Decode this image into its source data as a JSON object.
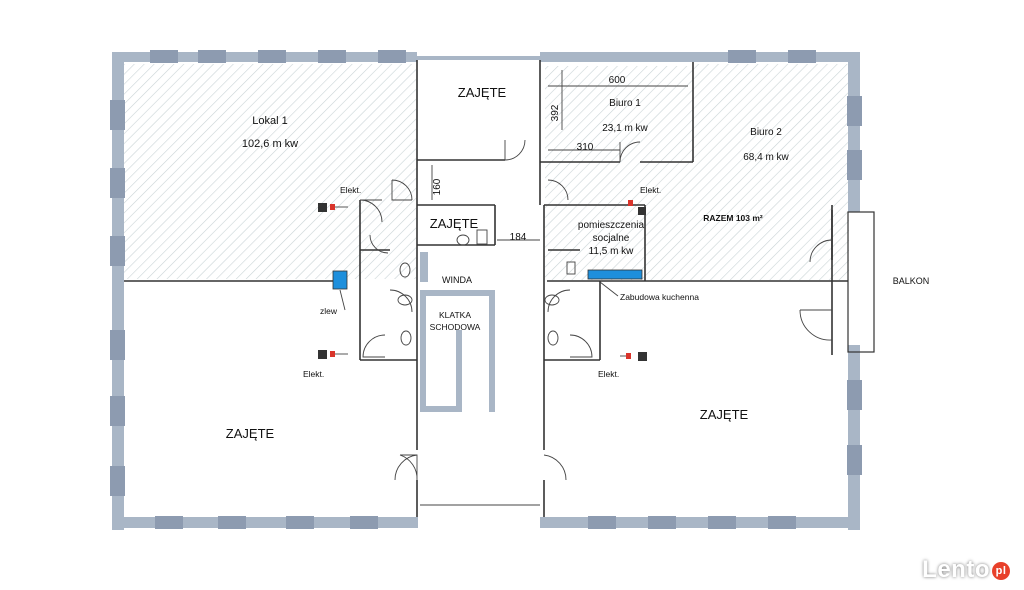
{
  "rooms": {
    "lokal1_name": "Lokal 1",
    "lokal1_area": "102,6 m kw",
    "biuro1_name": "Biuro 1",
    "biuro1_area": "23,1 m kw",
    "biuro2_name": "Biuro 2",
    "biuro2_area": "68,4 m kw",
    "razem": "RAZEM 103 m²",
    "social_line1": "pomieszczenia",
    "social_line2": "socjalne",
    "social_area": "11,5 m kw",
    "zajete_top": "ZAJĘTE",
    "zajete_center": "ZAJĘTE",
    "zajete_bottom_left": "ZAJĘTE",
    "zajete_bottom_right": "ZAJĘTE",
    "winda": "WINDA",
    "klatka_line1": "KLATKA",
    "klatka_line2": "SCHODOWA",
    "balkon": "BALKON"
  },
  "dimensions": {
    "d600": "600",
    "d392": "392",
    "d310": "310",
    "d160": "160",
    "d184": "184"
  },
  "annotations": {
    "elekt": "Elekt.",
    "zlew": "zlew",
    "zabudowa": "Zabudowa kuchenna"
  },
  "colors": {
    "wall": "#a9b6c6",
    "hatch": "#c9d3d6",
    "kitchen": "#1e8fdc",
    "elekt_marker": "#d9342b"
  },
  "watermark": {
    "brand": "Lento",
    "suffix": "pl"
  }
}
